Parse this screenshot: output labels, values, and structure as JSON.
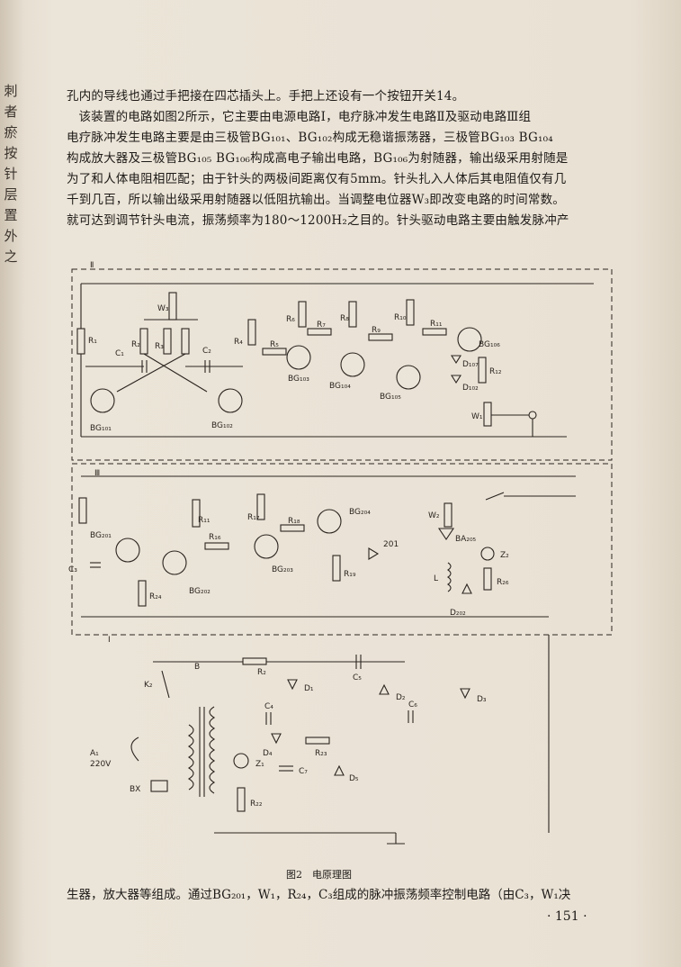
{
  "gutter_chars": [
    "刺",
    "者",
    "瘀",
    "按",
    "针",
    "层",
    "置",
    "外",
    "之"
  ],
  "paragraphs": [
    "孔内的导线也通过手把接在四芯插头上。手把上还设有一个按钮开关14。",
    "该装置的电路如图2所示，它主要由电源电路Ⅰ，电疗脉冲发生电路Ⅱ及驱动电路Ⅲ组",
    "电疗脉冲发生电路主要是由三极管BG₁₀₁、BG₁₀₂构成无稳谐振荡器，三极管BG₁₀₃ BG₁₀₄",
    "构成放大器及三极管BG₁₀₅ BG₁₀₆构成高电子输出电路，BG₁₀₆为射随器，输出级采用射随是",
    "为了和人体电阻相匹配；由于针头的两极间距离仅有5mm。针头扎入人体后其电阻值仅有几",
    "千到几百，所以输出级采用射随器以低阻抗输出。当调整电位器W₃即改变电路的时间常数。",
    "就可达到调节针头电流，振荡频率为180～1200H₂之目的。针头驱动电路主要由触发脉冲产"
  ],
  "figure": {
    "section_labels": [
      "Ⅱ",
      "Ⅲ",
      "Ⅰ"
    ],
    "components_II": [
      "W₃",
      "R₁",
      "R₂",
      "R₃",
      "C₁",
      "C₂",
      "R₄",
      "R₅",
      "R₆",
      "R₇",
      "R₈",
      "R₉",
      "R₁₀",
      "R₁₁",
      "R₁₂",
      "BG₁₀₁",
      "BG₁₀₂",
      "BG₁₀₃",
      "BG₁₀₄",
      "BG₁₀₅",
      "BG₁₀₆",
      "D₁₀₇",
      "D₁₀₂",
      "W₁"
    ],
    "components_III": [
      "BG₂₀₁",
      "C₃",
      "R₁₁",
      "R₁₆",
      "R₁₇",
      "R₁₈",
      "R₁₉",
      "R₂₄",
      "BG₂₀₂",
      "BG₂₀₃",
      "BG₂₀₄",
      "201",
      "W₂",
      "BA₂₀₅",
      "L",
      "D₂₀₂",
      "Z₂",
      "R₂₆"
    ],
    "components_I": [
      "K₂",
      "B",
      "A₁",
      "220V",
      "BX",
      "R₂",
      "C₅",
      "D₁",
      "D₂",
      "D₃",
      "C₄",
      "C₆",
      "D₄",
      "Z₁",
      "C₇",
      "R₂₃",
      "D₅",
      "R₂₂"
    ]
  },
  "caption": "图2　电原理图",
  "bottom_text": "生器，放大器等组成。通过BG₂₀₁，W₁，R₂₄，C₃组成的脉冲振荡频率控制电路（由C₃，W₁决",
  "page_number": "· 151 ·"
}
